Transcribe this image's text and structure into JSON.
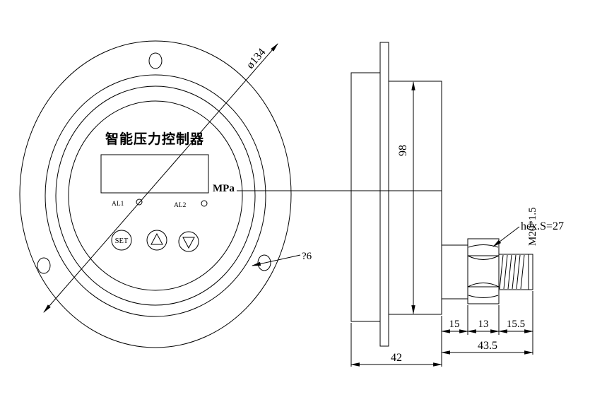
{
  "drawing": {
    "front_view": {
      "title": "智能压力控制器",
      "unit": "MPa",
      "led1": "AL1",
      "led2": "AL2",
      "set_button": "SET",
      "dim_outer_diameter": "ø134",
      "dim_mount_hole": "?6"
    },
    "side_view": {
      "dim_case_height": "98",
      "hex_size": "hex.S=27",
      "thread_spec": "M20*1.5",
      "dim_neck": "15",
      "dim_hex": "13",
      "dim_thread": "15.5",
      "dim_case_depth": "42",
      "dim_connector_length": "43.5"
    }
  }
}
